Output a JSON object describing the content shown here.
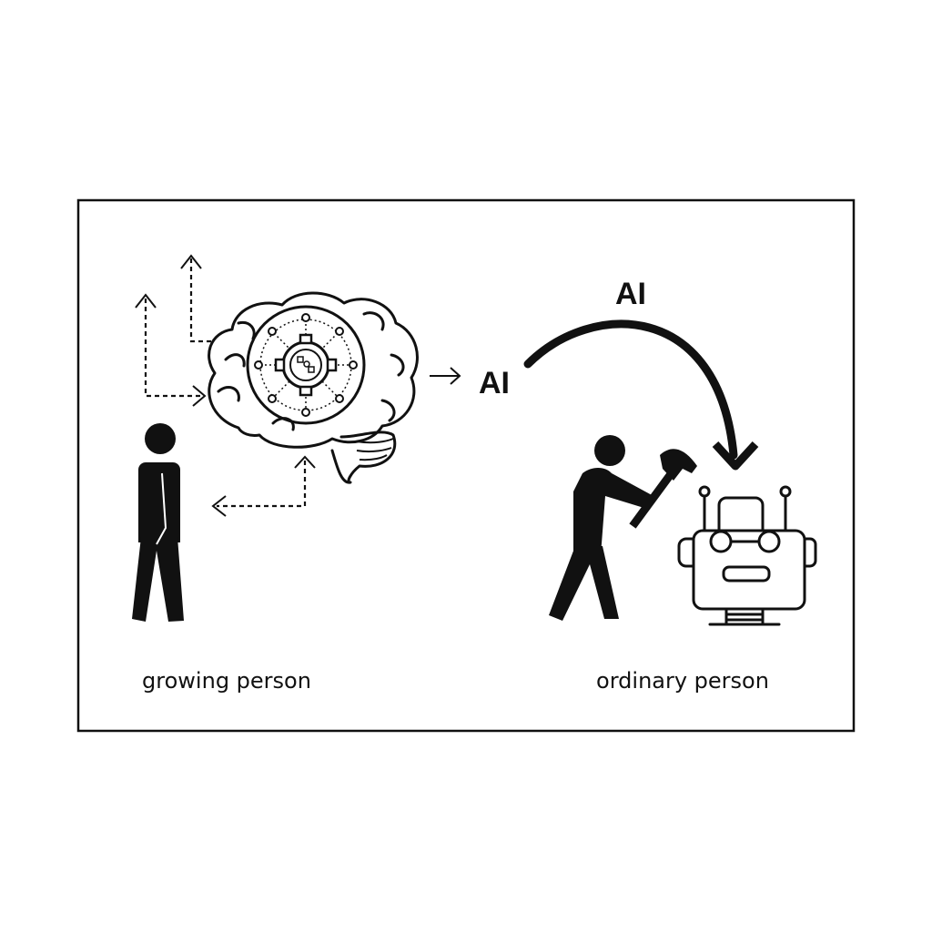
{
  "diagram": {
    "left_label": "growing person",
    "right_label": "ordinary person",
    "ai_label_middle": "AI",
    "ai_label_top": "AI",
    "colors": {
      "ink": "#111111",
      "background": "#ffffff"
    }
  }
}
